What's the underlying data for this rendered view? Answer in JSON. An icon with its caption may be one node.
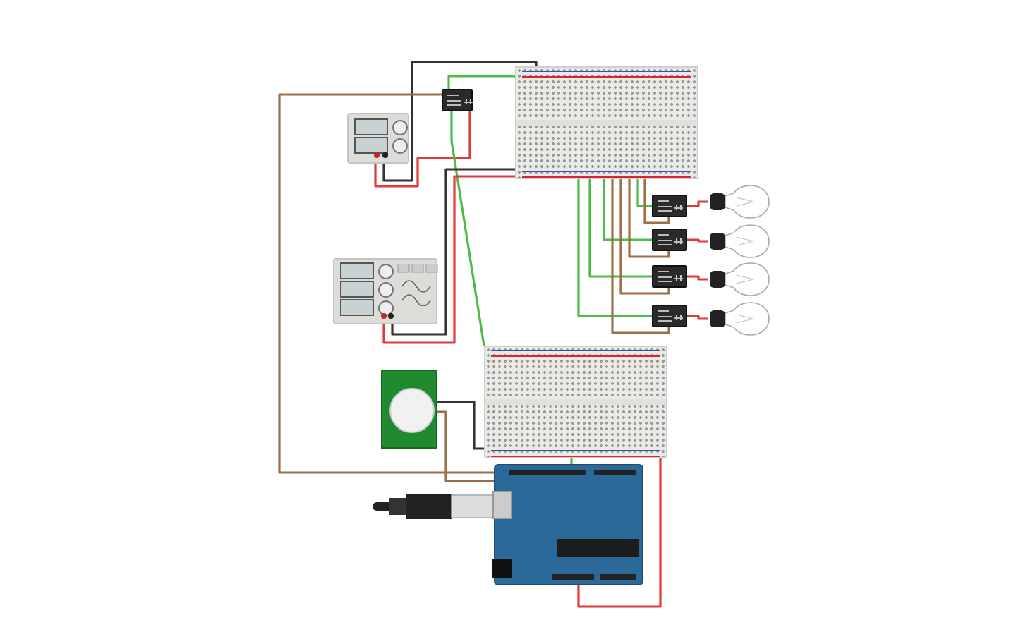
{
  "diagram": {
    "nodes": [
      {
        "text": [],
        "shape": "picture"
      },
      {
        "text": [],
        "shape": "picture"
      },
      {
        "text": [],
        "shape": "picture"
      },
      {
        "text": [],
        "shape": "picture"
      },
      {
        "text": [],
        "shape": "picture"
      },
      {
        "text": [],
        "shape": "picture"
      },
      {
        "text": [],
        "shape": "picture"
      },
      {
        "text": [],
        "shape": "picture"
      },
      {
        "text": [],
        "shape": "picture"
      },
      {
        "text": [],
        "shape": "picture"
      },
      {
        "text": [],
        "shape": "picture"
      },
      {
        "text": [],
        "shape": "picture"
      },
      {
        "text": [],
        "shape": "picture"
      },
      {
        "text": [],
        "shape": "picture"
      },
      {
        "text": [],
        "shape": "picture"
      },
      {
        "text": [],
        "shape": "picture"
      }
    ],
    "edges": [
      {
        "from": 2,
        "to": 0,
        "arrow": "none",
        "color": "#e03a3a"
      },
      {
        "from": 2,
        "to": 1,
        "arrow": "none",
        "color": "#333333"
      },
      {
        "from": 0,
        "to": 1,
        "arrow": "none",
        "color": "#4cbb47"
      },
      {
        "from": 0,
        "to": 12,
        "arrow": "none",
        "color": "#4cbb47"
      },
      {
        "from": 0,
        "to": 15,
        "arrow": "none",
        "color": "#9b7049"
      },
      {
        "from": 7,
        "to": 1,
        "arrow": "none",
        "color": "#e03a3a"
      },
      {
        "from": 7,
        "to": 1,
        "arrow": "none",
        "color": "#333333"
      },
      {
        "from": 1,
        "to": 3,
        "arrow": "none",
        "color": "#4cbb47"
      },
      {
        "from": 1,
        "to": 5,
        "arrow": "none",
        "color": "#4cbb47"
      },
      {
        "from": 1,
        "to": 8,
        "arrow": "none",
        "color": "#4cbb47"
      },
      {
        "from": 1,
        "to": 10,
        "arrow": "none",
        "color": "#4cbb47"
      },
      {
        "from": 1,
        "to": 3,
        "arrow": "none",
        "color": "#9b7049"
      },
      {
        "from": 1,
        "to": 5,
        "arrow": "none",
        "color": "#9b7049"
      },
      {
        "from": 1,
        "to": 8,
        "arrow": "none",
        "color": "#9b7049"
      },
      {
        "from": 1,
        "to": 10,
        "arrow": "none",
        "color": "#9b7049"
      },
      {
        "from": 3,
        "to": 4,
        "arrow": "none",
        "color": "#e03a3a"
      },
      {
        "from": 5,
        "to": 6,
        "arrow": "none",
        "color": "#e03a3a"
      },
      {
        "from": 8,
        "to": 9,
        "arrow": "none",
        "color": "#e03a3a"
      },
      {
        "from": 10,
        "to": 11,
        "arrow": "none",
        "color": "#e03a3a"
      },
      {
        "from": 13,
        "to": 12,
        "arrow": "none",
        "color": "#333333"
      },
      {
        "from": 13,
        "to": 15,
        "arrow": "none",
        "color": "#9b7049"
      },
      {
        "from": 12,
        "to": 15,
        "arrow": "none",
        "color": "#4cbb47"
      },
      {
        "from": 15,
        "to": 12,
        "arrow": "none",
        "color": "#e03a3a"
      }
    ]
  }
}
